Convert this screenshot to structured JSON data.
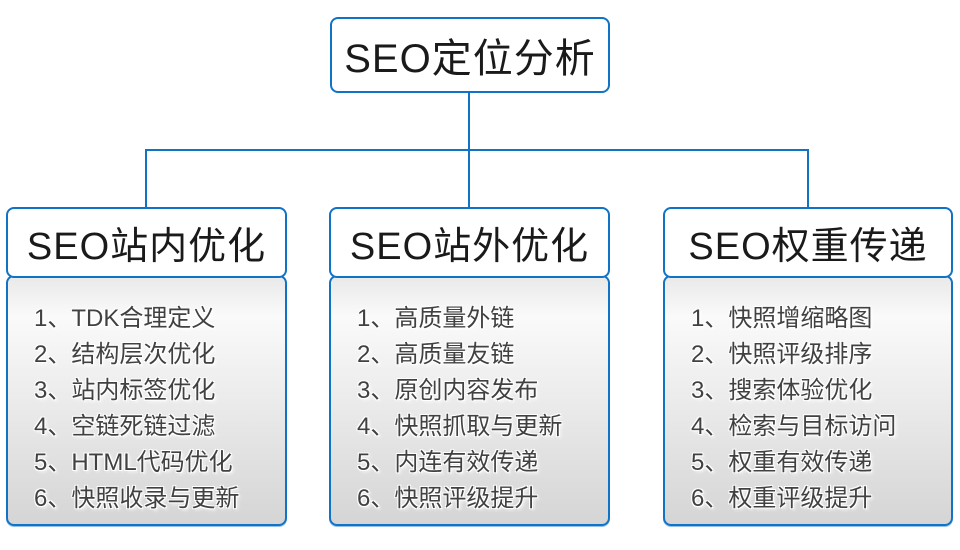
{
  "root": {
    "label": "SEO定位分析"
  },
  "branches": [
    {
      "label": "SEO站内优化",
      "items": [
        "1、TDK合理定义",
        "2、结构层次优化",
        "3、站内标签优化",
        "4、空链死链过滤",
        "5、HTML代码优化",
        "6、快照收录与更新"
      ]
    },
    {
      "label": "SEO站外优化",
      "items": [
        "1、高质量外链",
        "2、高质量友链",
        "3、原创内容发布",
        "4、快照抓取与更新",
        "5、内连有效传递",
        "6、快照评级提升"
      ]
    },
    {
      "label": "SEO权重传递",
      "items": [
        "1、快照增缩略图",
        "2、快照评级排序",
        "3、搜索体验优化",
        "4、检索与目标访问",
        "5、权重有效传递",
        "6、权重评级提升"
      ]
    }
  ],
  "colors": {
    "connector_blue": "#1173c5",
    "header_text": "#1a1a1a",
    "list_text": "#414141",
    "list_gradient_top": "#e9e9e9",
    "list_gradient_bottom": "#d5d5d5"
  }
}
